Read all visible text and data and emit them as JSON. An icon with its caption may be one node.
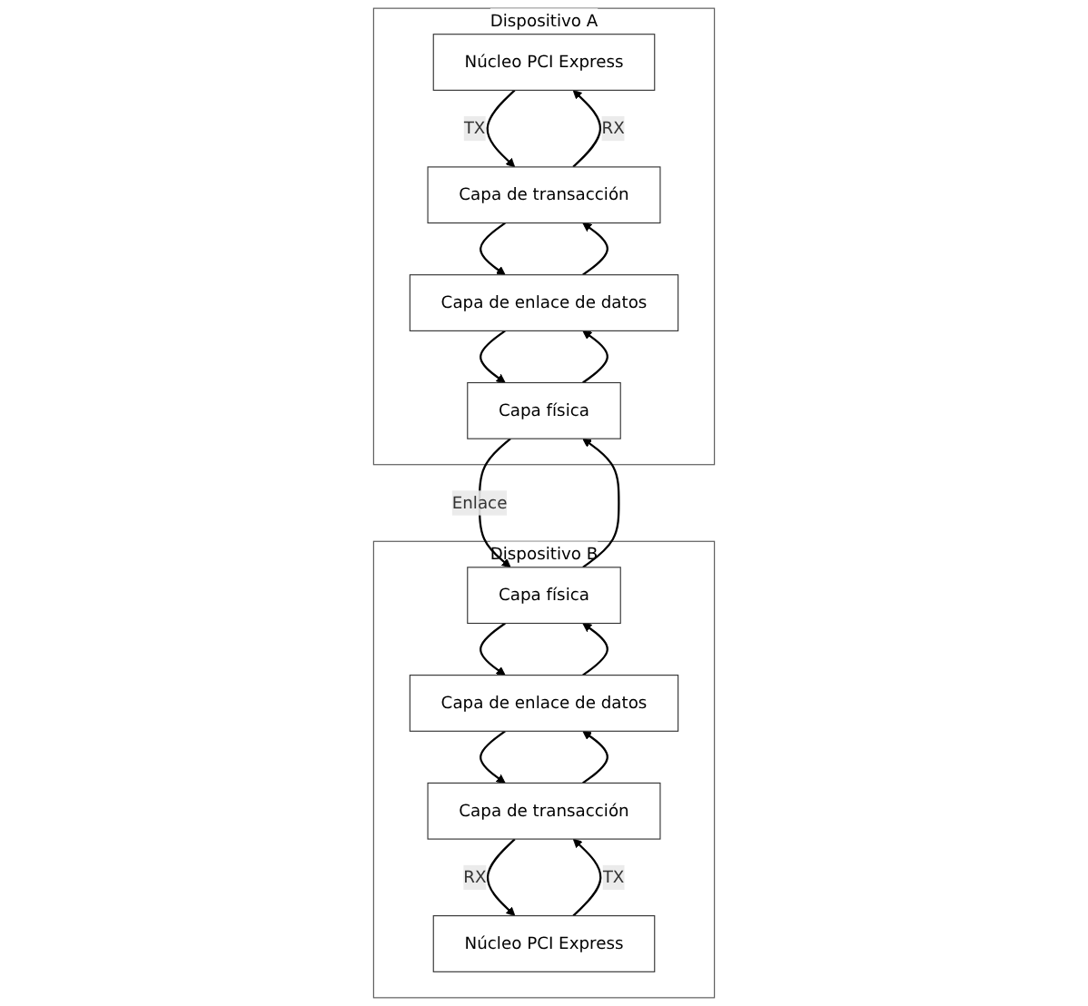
{
  "diagram": {
    "nodes": [
      {
        "text": [
          "Dispositivo A"
        ]
      },
      {
        "text": [
          "Núcleo PCI Express"
        ],
        "in": 0
      },
      {
        "text": [
          "Capa de transacción"
        ],
        "in": 0
      },
      {
        "text": [
          "Capa de enlace de datos"
        ],
        "in": 0
      },
      {
        "text": [
          "Capa física"
        ],
        "in": 0
      },
      {
        "text": [
          "Dispositivo B"
        ]
      },
      {
        "text": [
          "Núcleo PCI Express"
        ],
        "in": 5
      },
      {
        "text": [
          "Capa de transacción"
        ],
        "in": 5
      },
      {
        "text": [
          "Capa de enlace de datos"
        ],
        "in": 5
      },
      {
        "text": [
          "Capa física"
        ],
        "in": 5
      }
    ],
    "edges": [
      {
        "from": 1,
        "to": 2,
        "arrow": "to",
        "label": "TX"
      },
      {
        "from": 2,
        "to": 1,
        "arrow": "to",
        "label": "RX"
      },
      {
        "from": 2,
        "to": 3,
        "arrow": "to"
      },
      {
        "from": 3,
        "to": 2,
        "arrow": "to"
      },
      {
        "from": 3,
        "to": 4,
        "arrow": "to"
      },
      {
        "from": 4,
        "to": 3,
        "arrow": "to"
      },
      {
        "from": 6,
        "to": 7,
        "arrow": "to",
        "label": "TX"
      },
      {
        "from": 7,
        "to": 6,
        "arrow": "to",
        "label": "RX"
      },
      {
        "from": 7,
        "to": 8,
        "arrow": "to"
      },
      {
        "from": 8,
        "to": 7,
        "arrow": "to"
      },
      {
        "from": 8,
        "to": 9,
        "arrow": "to"
      },
      {
        "from": 9,
        "to": 8,
        "arrow": "to"
      },
      {
        "from": 4,
        "to": 9,
        "arrow": "to",
        "label": "Enlace"
      },
      {
        "from": 9,
        "to": 4,
        "arrow": "to"
      }
    ]
  }
}
